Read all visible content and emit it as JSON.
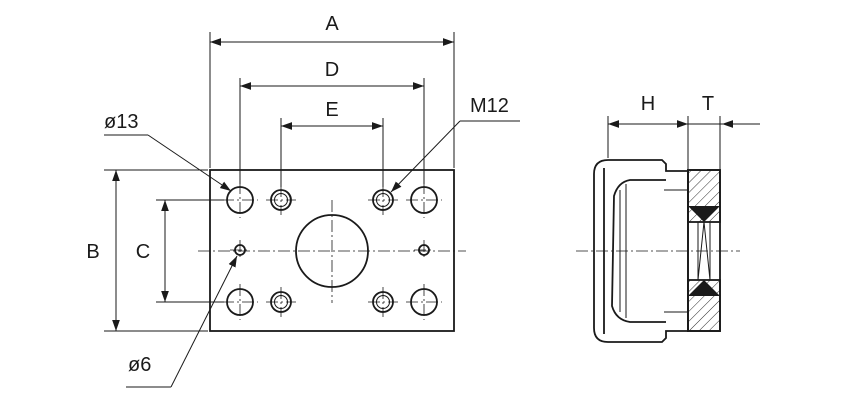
{
  "labels": {
    "dim_a": "A",
    "dim_d": "D",
    "dim_e": "E",
    "dim_b": "B",
    "dim_c": "C",
    "dim_h": "H",
    "dim_t": "T",
    "hole_large": "ø13",
    "hole_small": "ø6",
    "thread": "M12"
  },
  "colors": {
    "ink": "#1a1a1a",
    "background": "#ffffff"
  }
}
